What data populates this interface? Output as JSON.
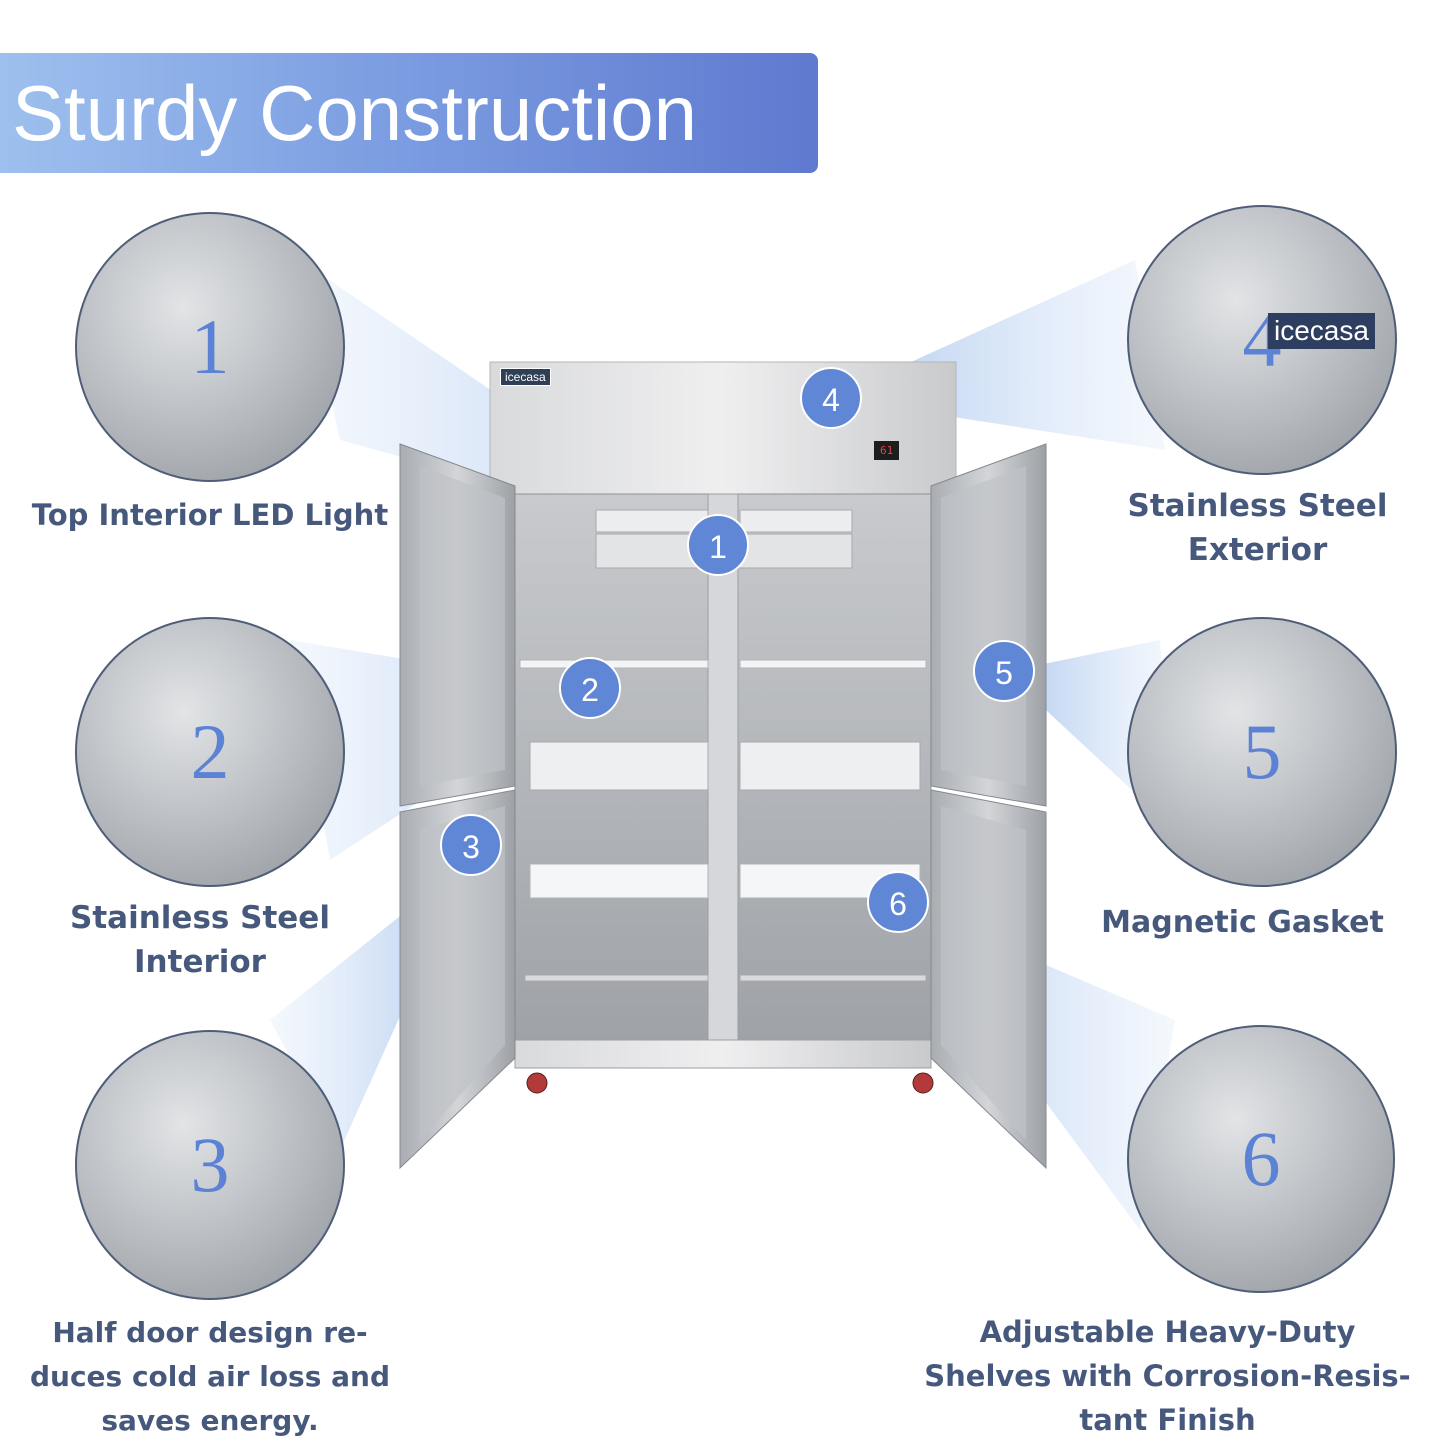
{
  "header": {
    "title": "Sturdy Construction"
  },
  "product": {
    "brand": "icecasa",
    "display_reading": "61"
  },
  "features": [
    {
      "number": "1",
      "caption_lines": [
        "Top Interior LED Light"
      ]
    },
    {
      "number": "2",
      "caption_lines": [
        "Stainless Steel",
        "Interior"
      ]
    },
    {
      "number": "3",
      "caption_lines": [
        "Half door design re-",
        "duces cold air loss and",
        "saves energy."
      ]
    },
    {
      "number": "4",
      "caption_lines": [
        "Stainless Steel",
        "Exterior"
      ]
    },
    {
      "number": "5",
      "caption_lines": [
        "Magnetic Gasket"
      ]
    },
    {
      "number": "6",
      "caption_lines": [
        "Adjustable Heavy-Duty",
        "Shelves with Corrosion-Resis-",
        "tant Finish"
      ]
    }
  ],
  "colors": {
    "accent": "#5f87d6",
    "caption": "#46597c",
    "banner_start": "#9ec0ee",
    "banner_end": "#5f79cf"
  }
}
